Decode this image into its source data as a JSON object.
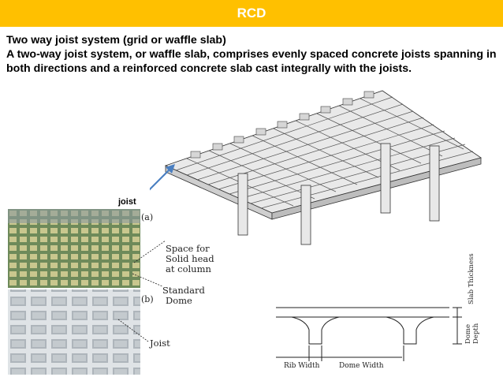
{
  "header": {
    "title": "RCD",
    "color": "#ffc000"
  },
  "content": {
    "heading": "Two way joist system (grid or waffle slab)",
    "body": "A two-way joist system, or waffle slab, comprises evenly spaced concrete joists spanning in both directions and a reinforced concrete slab cast integrally with the joists."
  },
  "figure_3d": {
    "arrow_label": "joist",
    "arrow_color": "#4a7fc1"
  },
  "photo_figure": {
    "label_a": "(a)",
    "label_b": "(b)",
    "callout_solid_head_1": "Space for",
    "callout_solid_head_2": "Solid head",
    "callout_solid_head_3": "at column",
    "callout_dome_1": "Standard",
    "callout_dome_2": "Dome",
    "callout_joist": "Joist"
  },
  "section_figure": {
    "rib_width": "Rib Width",
    "dome_width": "Dome Width",
    "slab_thickness": "Slab Thickness",
    "dome_depth_1": "Dome",
    "dome_depth_2": "Depth"
  }
}
